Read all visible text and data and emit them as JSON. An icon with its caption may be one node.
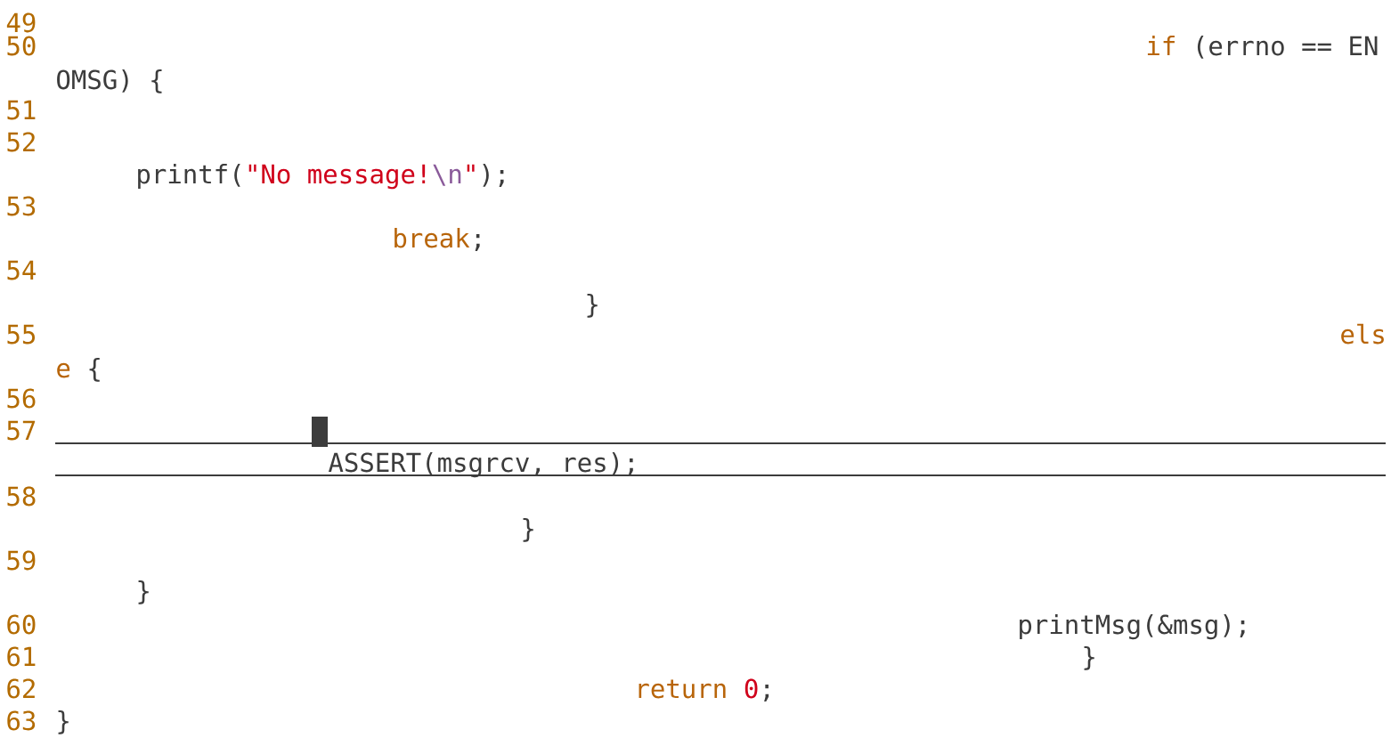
{
  "diagram": {
    "labels": [
      "49",
      "50",
      "if",
      "(errno == EN",
      "OMSG) {",
      "51",
      "52",
      "printf(",
      "\"No message!",
      "\\n",
      "\"",
      ");",
      "53",
      "break",
      ";",
      "54",
      "}",
      "55",
      "els",
      "e",
      "{",
      "56",
      "57",
      "ASSERT(msgrcv, res);",
      "58",
      "}",
      "59",
      "}",
      "60",
      "printMsg(&msg);",
      "61",
      "}",
      "62",
      "return",
      "0",
      ";",
      "63",
      "}"
    ]
  }
}
